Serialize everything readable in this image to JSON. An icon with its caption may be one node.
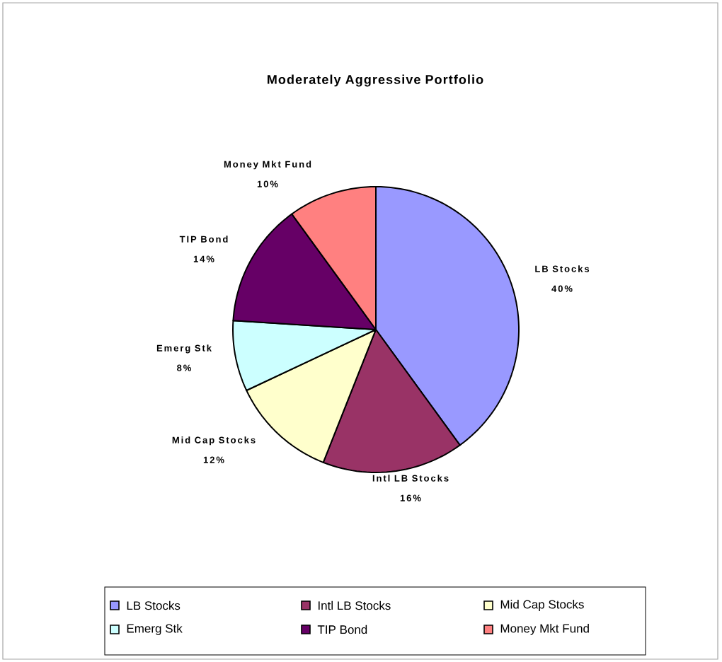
{
  "diagram": {
    "chart_data": {
      "type": "pie",
      "title": "Moderately Aggressive Portfolio",
      "categories": [
        "LB Stocks",
        "Intl LB Stocks",
        "Mid Cap Stocks",
        "Emerg Stk",
        "TIP Bond",
        "Money Mkt Fund"
      ],
      "values": [
        40,
        16,
        12,
        8,
        14,
        10
      ],
      "value_labels": [
        "40%",
        "16%",
        "12%",
        "8%",
        "14%",
        "10%"
      ]
    },
    "legend": [
      {
        "text": "LB Stocks",
        "color": "#9999ff"
      },
      {
        "text": "Intl LB Stocks",
        "color": "#993366"
      },
      {
        "text": "Mid Cap Stocks",
        "color": "#ffffcc"
      },
      {
        "text": "Emerg Stk",
        "color": "#ccffff"
      },
      {
        "text": "TIP Bond",
        "color": "#660066"
      },
      {
        "text": "Money Mkt Fund",
        "color": "#ff8080"
      }
    ]
  }
}
